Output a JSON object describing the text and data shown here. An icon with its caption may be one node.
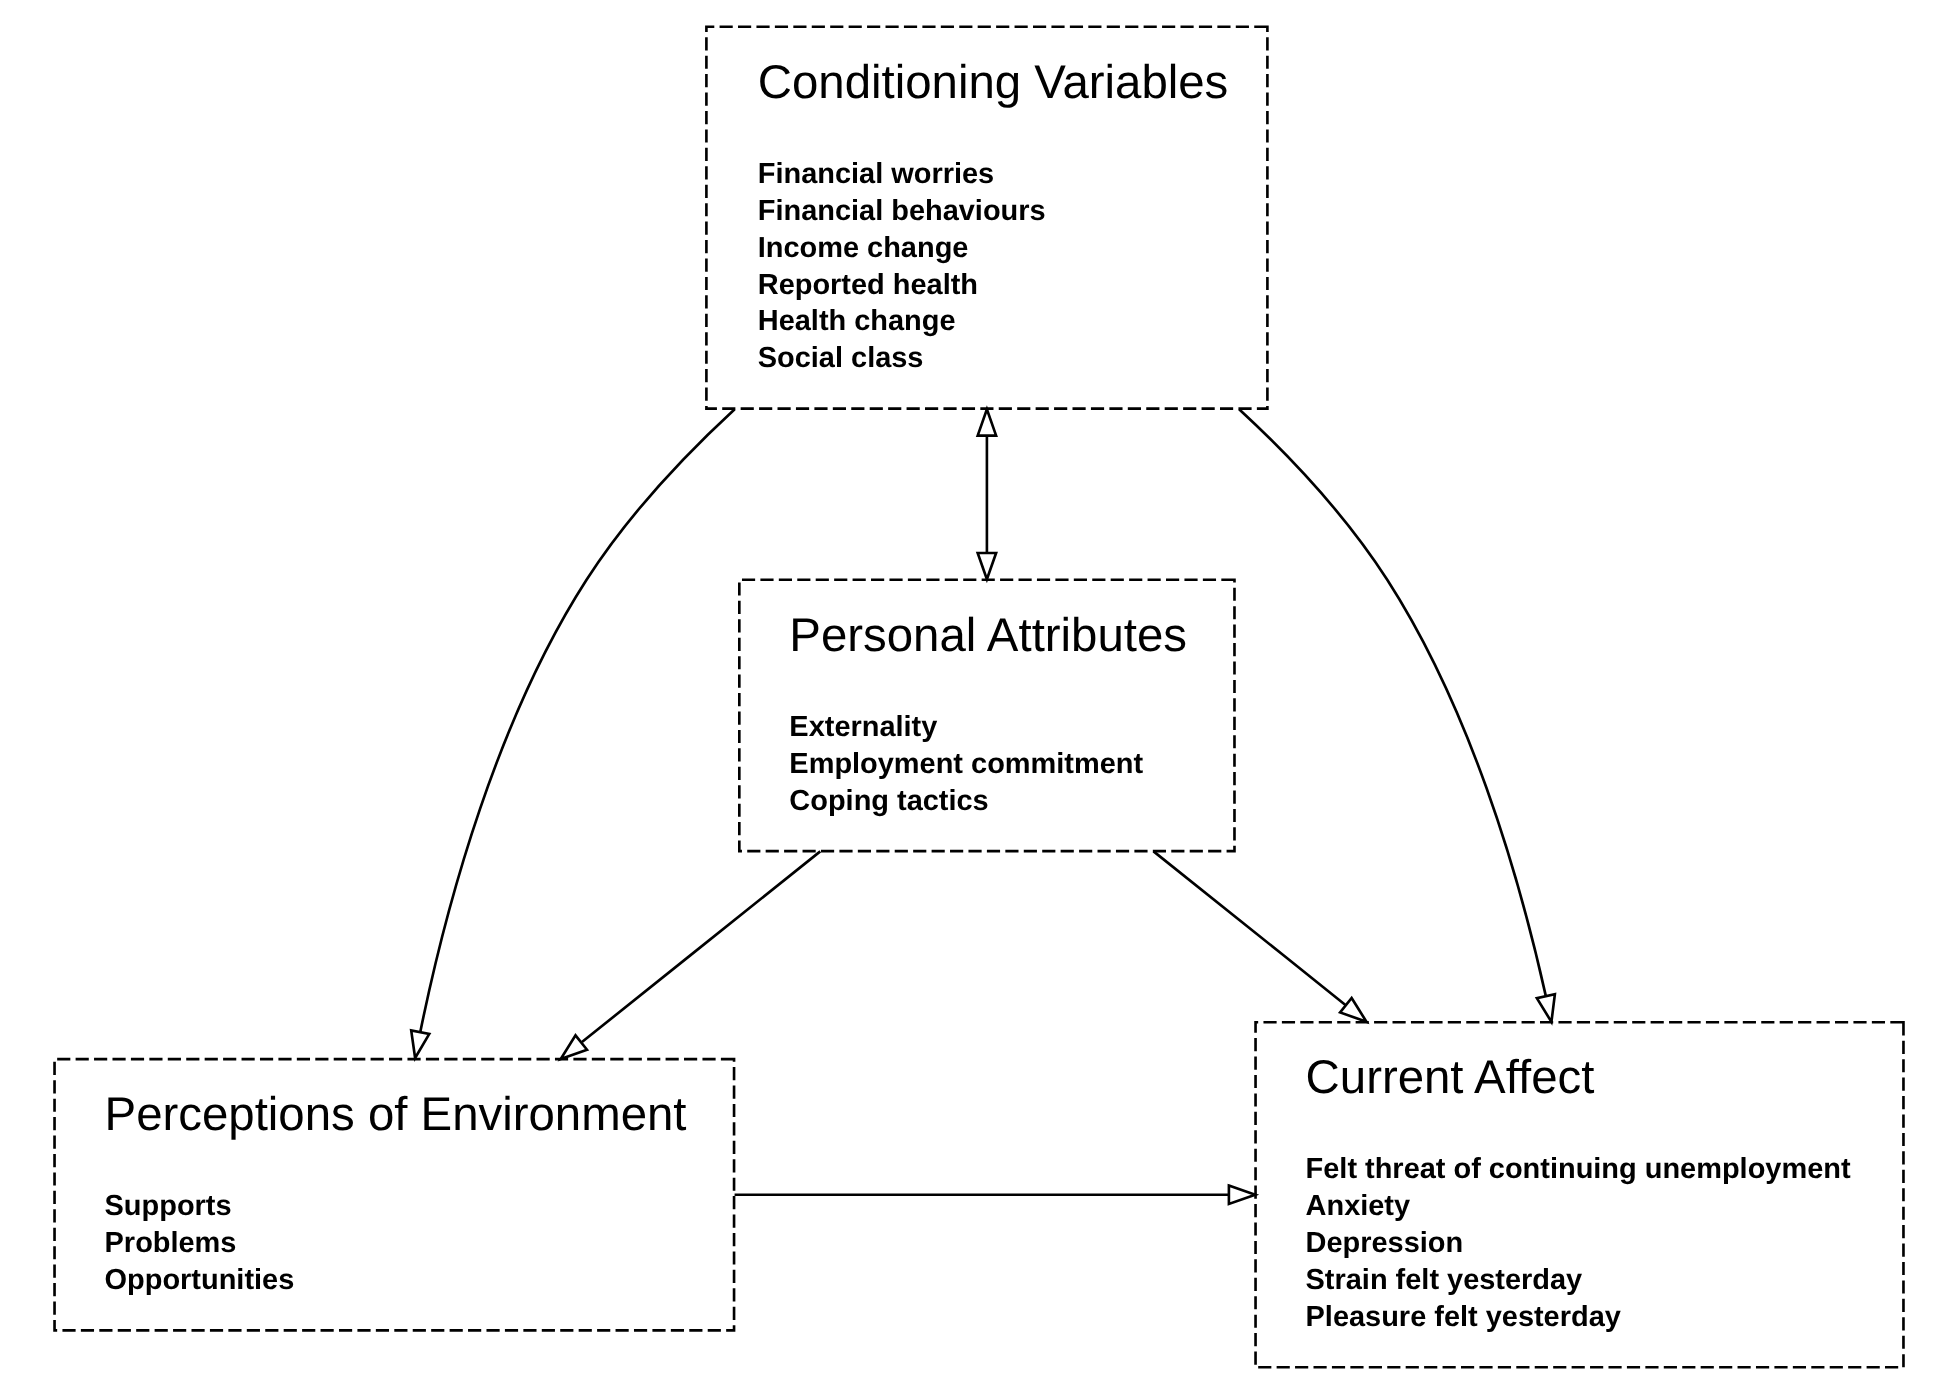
{
  "diagram": {
    "nodes": [
      {
        "text": [
          "Conditioning Variables",
          "Financial worries",
          "Financial behaviours",
          "Income change",
          "Reported health",
          "Health change",
          "Social class"
        ]
      },
      {
        "text": [
          "Perceptions of Environment",
          "Supports",
          "Problems",
          "Opportunities"
        ]
      },
      {
        "text": [
          "Current Affect",
          "Felt threat of continuing unemployment",
          "Anxiety",
          "Depression",
          "Strain felt yesterday",
          "Pleasure felt yesterday"
        ]
      },
      {
        "text": [
          "Personal Attributes",
          "Externality",
          "Employment commitment",
          "Coping tactics"
        ]
      }
    ],
    "edges": [
      {
        "from": 0,
        "to": 1,
        "arrow": "to"
      },
      {
        "from": 0,
        "to": 2,
        "arrow": "to"
      },
      {
        "from": 0,
        "to": 3,
        "arrow": "both"
      },
      {
        "from": 1,
        "to": 2,
        "arrow": "to"
      },
      {
        "from": 3,
        "to": 1,
        "arrow": "to"
      },
      {
        "from": 3,
        "to": 2,
        "arrow": "to"
      }
    ]
  }
}
